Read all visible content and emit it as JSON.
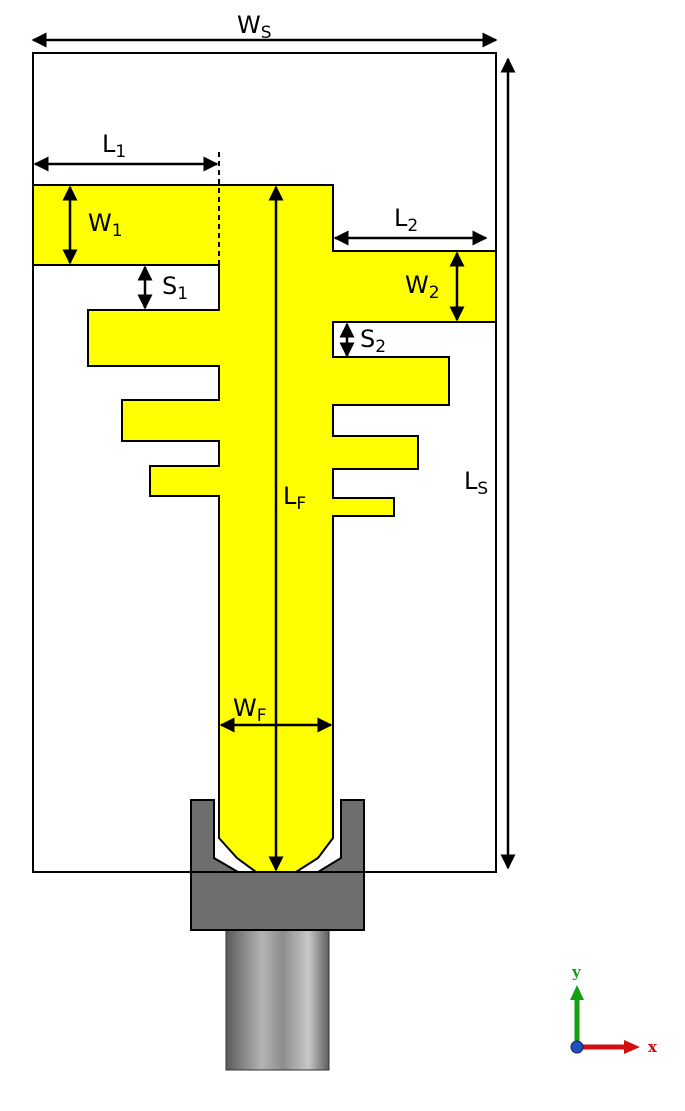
{
  "colors": {
    "patch": "#ffff00",
    "connector_dark": "#6e6e6e",
    "connector_cylinder": "#8a8a8a",
    "axis_x": "#d01010",
    "axis_y": "#10a010",
    "axis_z": "#2050c0"
  },
  "labels": {
    "ws": {
      "main": "W",
      "sub": "S"
    },
    "ls": {
      "main": "L",
      "sub": "S"
    },
    "l1": {
      "main": "L",
      "sub": "1"
    },
    "l2": {
      "main": "L",
      "sub": "2"
    },
    "w1": {
      "main": "W",
      "sub": "1"
    },
    "w2": {
      "main": "W",
      "sub": "2"
    },
    "s1": {
      "main": "S",
      "sub": "1"
    },
    "s2": {
      "main": "S",
      "sub": "2"
    },
    "lf": {
      "main": "L",
      "sub": "F"
    },
    "wf": {
      "main": "W",
      "sub": "F"
    }
  },
  "axes": {
    "x_label": "x",
    "y_label": "y"
  }
}
